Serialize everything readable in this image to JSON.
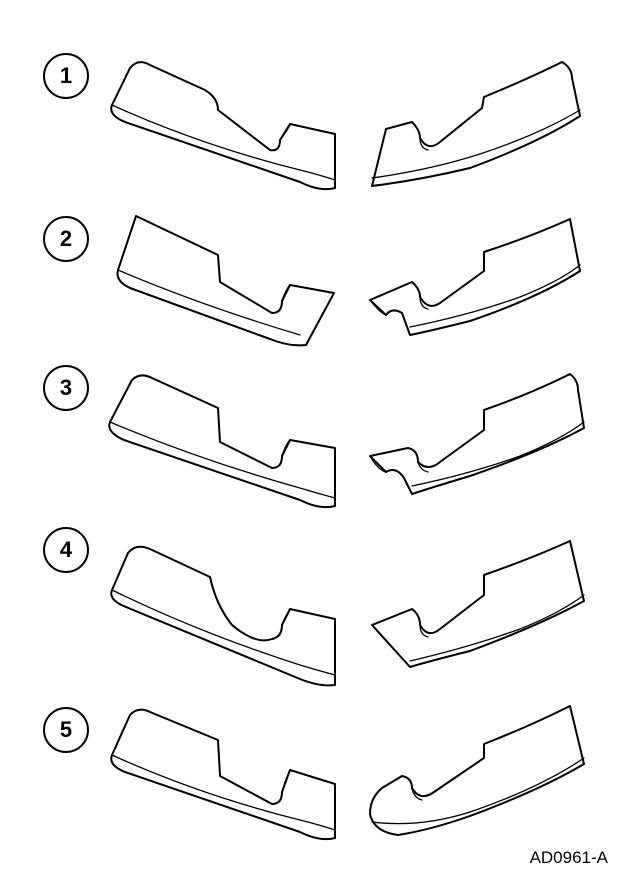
{
  "diagram": {
    "callouts": [
      {
        "label": "1"
      },
      {
        "label": "2"
      },
      {
        "label": "3"
      },
      {
        "label": "4"
      },
      {
        "label": "5"
      }
    ],
    "figure_code": "AD0961-A"
  }
}
